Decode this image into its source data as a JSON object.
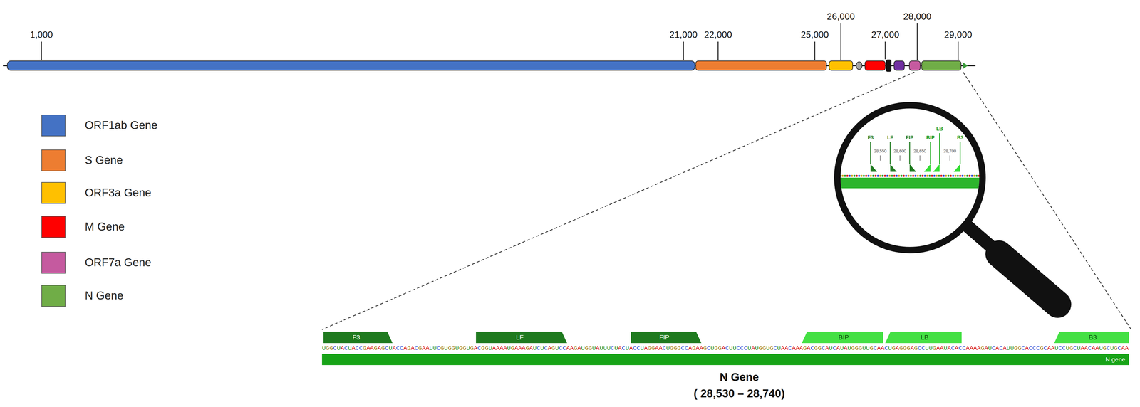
{
  "diagram": {
    "nodes": [
      {
        "text": [
          "F3"
        ]
      },
      {
        "text": [
          "LF"
        ]
      },
      {
        "text": [
          "FIP"
        ]
      },
      {
        "text": [
          "BIP"
        ]
      },
      {
        "text": [
          "LB"
        ]
      },
      {
        "text": [
          "B3"
        ]
      },
      {
        "text": [
          "N gene"
        ]
      }
    ],
    "labels": [
      "1,000",
      "21,000",
      "22,000",
      "25,000",
      "26,000",
      "27,000",
      "28,000",
      "29,000",
      "F3",
      "LF",
      "FIP",
      "BIP",
      "LB",
      "B3",
      "28,550",
      "28,600",
      "28,650",
      "28,700",
      "UGGCUACUACCGAAGAGCUACCAGACGAAUUCGUGGUGGUGACGGUAAAAUGAAAGAUCUCAGUCCAAGAUGGUAUUUCUACUACCUAGGAACUGGGCCAGAAGCUGGACUUCCCUAUGGUGCUAACAAAGACGGCAUCAUAUGGGUUGCAACUGAGGGAGCCUUGAAUACACCAAAAGAUCACAUUGGCACCCGCAAUCCUGCUAACAAUGCUGCAA",
      "N Gene",
      "( 28,530 – 28,740)"
    ],
    "legend": [
      {
        "text": "ORF1ab Gene",
        "color": "#4472C4"
      },
      {
        "text": "S Gene",
        "color": "#ED7D31"
      },
      {
        "text": "ORF3a Gene",
        "color": "#FFC000"
      },
      {
        "text": "M Gene",
        "color": "#FF0000"
      },
      {
        "text": "ORF7a Gene",
        "color": "#C55A9F"
      },
      {
        "text": "N Gene",
        "color": "#70AD47"
      }
    ]
  }
}
